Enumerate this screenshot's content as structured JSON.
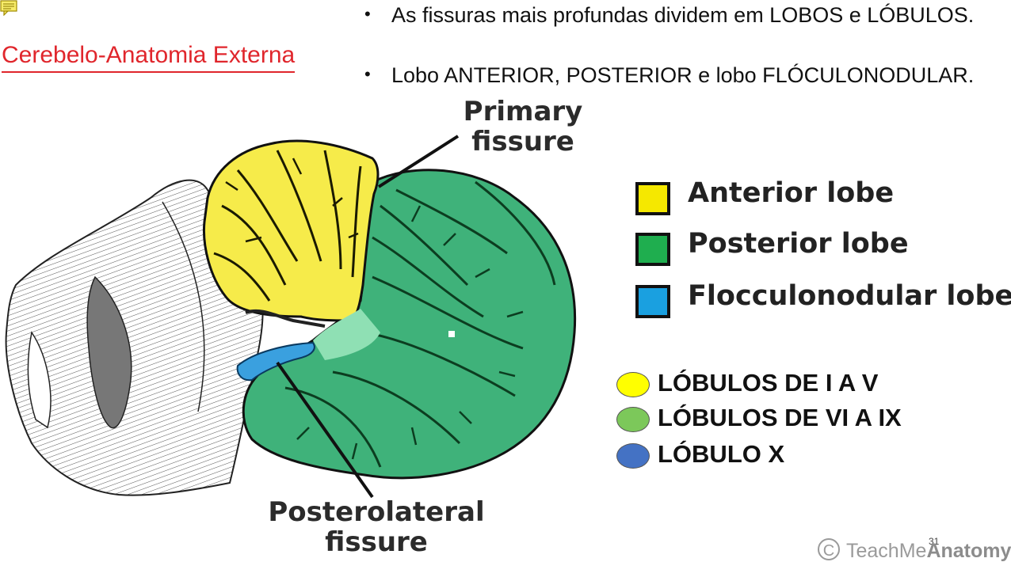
{
  "slide": {
    "title": "Cerebelo-Anatomia Externa",
    "bullets": [
      "As fissuras mais profundas dividem em LOBOS e LÓBULOS.",
      "Lobo ANTERIOR, POSTERIOR e lobo FLÓCULONODULAR."
    ],
    "page_number": "31"
  },
  "figure": {
    "label_primary": "Primary\nfissure",
    "label_primary_1": "Primary",
    "label_primary_2": "fissure",
    "label_posterolateral_1": "Posterolateral",
    "label_posterolateral_2": "fissure",
    "watermark_prefix": "TeachMe",
    "watermark_bold": "Anatomy",
    "watermark_symbol": "C"
  },
  "legend": [
    {
      "label": "Anterior lobe",
      "color": "#f5e800"
    },
    {
      "label": "Posterior lobe",
      "color": "#1fae4f"
    },
    {
      "label": "Flocculonodular lobe",
      "color": "#1aa0e0"
    }
  ],
  "lobules": [
    {
      "label": "LÓBULOS DE I A V",
      "color": "#ffff00"
    },
    {
      "label": "LÓBULOS DE VI A IX",
      "color": "#7cc85a"
    },
    {
      "label": "LÓBULO X",
      "color": "#4472c4"
    }
  ],
  "colors": {
    "title_red": "#e0262c",
    "anterior_fill": "#f6eb4a",
    "posterior_fill": "#3fb27a",
    "flocculo_fill": "#3aa0df"
  },
  "icons": {
    "note": "comment-note-icon",
    "copyright": "copyright-icon"
  }
}
